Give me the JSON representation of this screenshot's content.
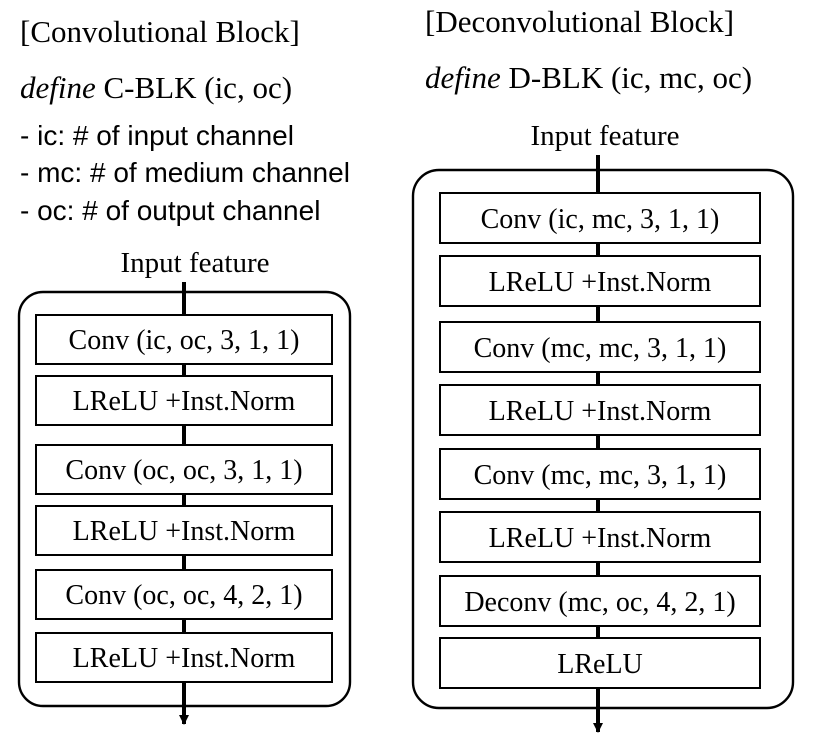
{
  "conv_block": {
    "title": "[Convolutional Block]",
    "define_kw": "define",
    "define_sig": "C-BLK (ic, oc)",
    "notes": [
      "- ic: # of input channel",
      "- mc: # of medium channel",
      "- oc: # of output channel"
    ],
    "input_label": "Input feature",
    "layers": [
      "Conv (ic, oc, 3, 1, 1)",
      "LReLU +Inst.Norm",
      "Conv (oc, oc, 3, 1, 1)",
      "LReLU +Inst.Norm",
      "Conv (oc, oc, 4, 2, 1)",
      "LReLU +Inst.Norm"
    ]
  },
  "deconv_block": {
    "title": "[Deconvolutional Block]",
    "define_kw": "define",
    "define_sig": "D-BLK (ic, mc, oc)",
    "input_label": "Input feature",
    "layers": [
      "Conv (ic, mc, 3, 1, 1)",
      "LReLU +Inst.Norm",
      "Conv (mc, mc, 3, 1, 1)",
      "LReLU +Inst.Norm",
      "Conv (mc, mc, 3, 1, 1)",
      "LReLU +Inst.Norm",
      "Deconv (mc, oc, 4, 2, 1)",
      "LReLU"
    ]
  }
}
